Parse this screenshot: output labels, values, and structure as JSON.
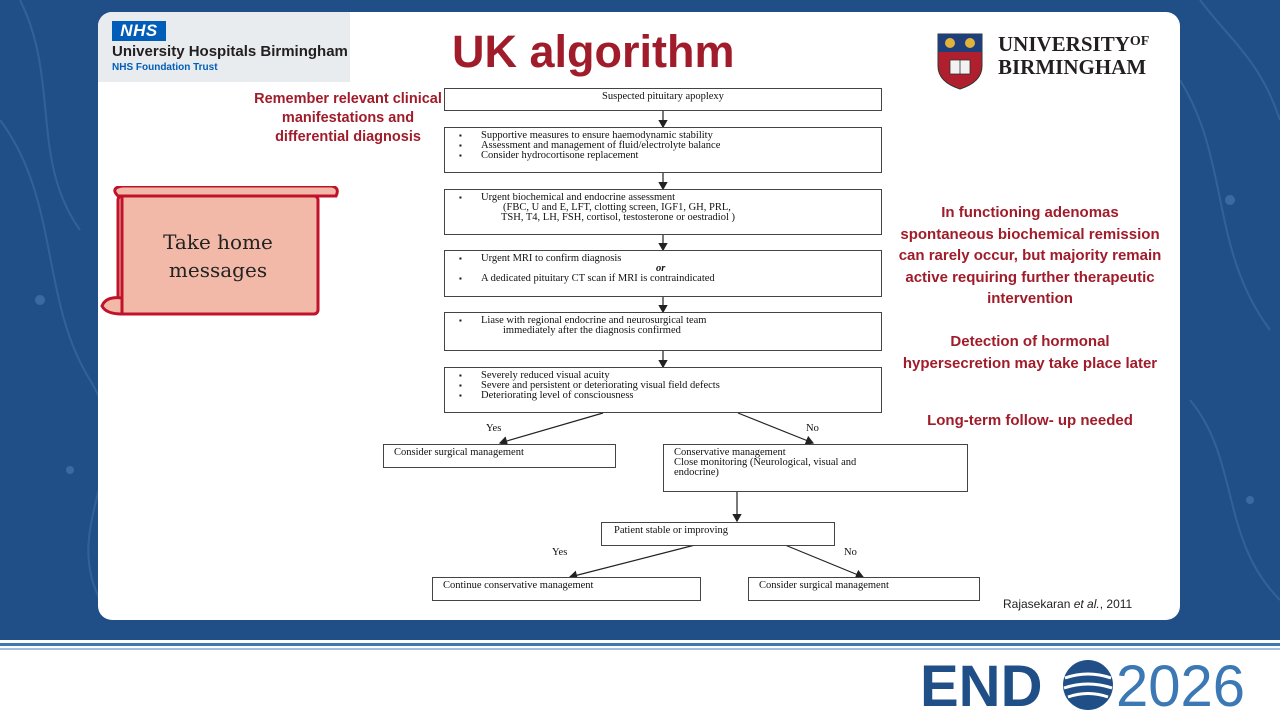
{
  "header": {
    "nhs_badge": "NHS",
    "nhs_name": "University Hospitals Birmingham",
    "nhs_trust": "NHS Foundation Trust",
    "title": "UK algorithm",
    "uob_line1": "UNIVERSITY",
    "uob_of": "OF",
    "uob_line2": "BIRMINGHAM"
  },
  "remember_note": "Remember relevant clinical manifestations and differential diagnosis",
  "take_home": {
    "line1": "Take home",
    "line2": "messages"
  },
  "flowchart": {
    "step1": "Suspected pituitary apoplexy",
    "step2": [
      "Supportive measures to ensure haemodynamic stability",
      "Assessment and management of fluid/electrolyte balance",
      "Consider hydrocortisone replacement"
    ],
    "step3": {
      "line1": "Urgent biochemical and endocrine assessment",
      "line2": "(FBC, U and E, LFT, clotting screen, IGF1, GH, PRL,",
      "line3": "TSH, T4, LH, FSH, cortisol, testosterone or oestradiol )"
    },
    "step4": {
      "line1": "Urgent MRI to confirm diagnosis",
      "or": "or",
      "line2": "A dedicated pituitary CT scan if MRI is contraindicated"
    },
    "step5": {
      "line1": "Liase with regional endocrine and  neurosurgical team",
      "line2": "immediately after the diagnosis confirmed"
    },
    "step6": [
      "Severely reduced visual acuity",
      "Severe and persistent or deteriorating visual field defects",
      "Deteriorating level of consciousness"
    ],
    "yes1": "Yes",
    "no1": "No",
    "surgical1": "Consider surgical management",
    "conservative": {
      "line1": "Conservative management",
      "line2": "Close monitoring (Neurological, visual and",
      "line3": "endocrine)"
    },
    "stable": "Patient stable or improving",
    "yes2": "Yes",
    "no2": "No",
    "continue": "Continue conservative management",
    "surgical2": "Consider surgical management"
  },
  "notes": {
    "functioning": "In functioning adenomas spontaneous biochemical remission can rarely occur, but majority remain active requiring further therapeutic intervention",
    "detection": "Detection of hormonal hypersecretion may take place later",
    "followup": "Long-term follow- up needed"
  },
  "citation": {
    "author": "Rajasekaran ",
    "etal": "et al.",
    "year": ", 2011"
  },
  "footer": {
    "brand_left": "END",
    "brand_right": "2026"
  },
  "colors": {
    "accent": "#a01c2a",
    "nhs_blue": "#005eb8",
    "background": "#1f4f86"
  }
}
